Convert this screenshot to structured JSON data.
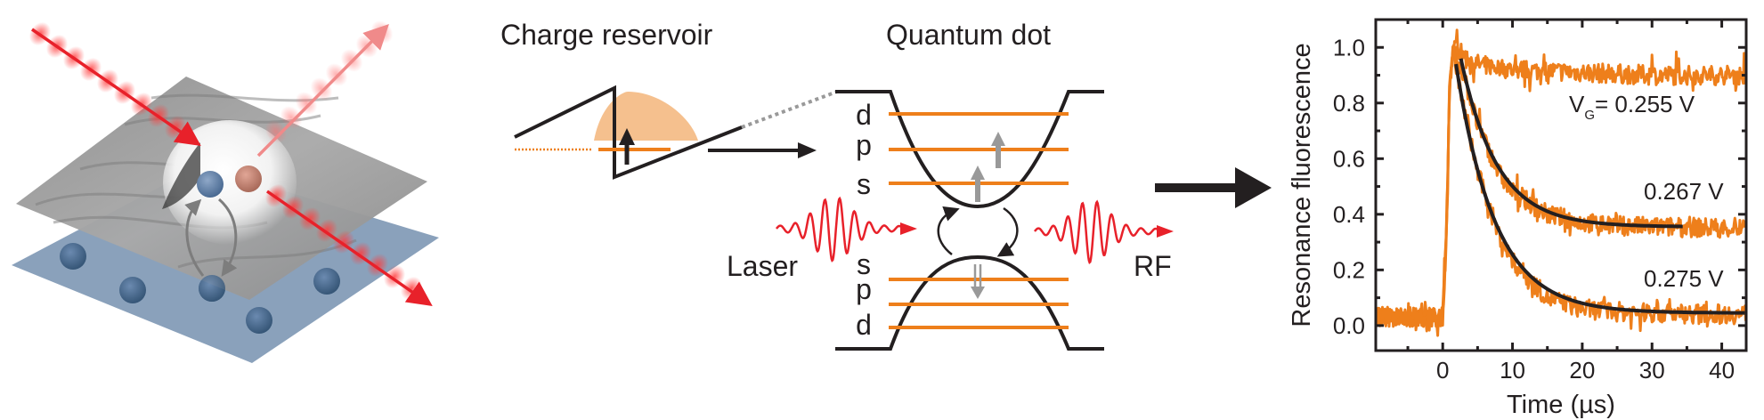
{
  "panels": {
    "illustration": {
      "description": "3D sketch of a self-assembled quantum dot above a charge-reservoir plane with incoming laser and outgoing resonance fluorescence beams",
      "colors": {
        "laser": "#e8212a",
        "reservoir_plane": "#8aa1bb",
        "electron": "#6b86a6",
        "hole": "#c0806f",
        "reservoir_electron": "#3f5f84"
      }
    },
    "band_diagram": {
      "reservoir_label": "Charge reservoir",
      "dot_label": "Quantum dot",
      "conduction_levels": [
        "d",
        "p",
        "s"
      ],
      "valence_levels": [
        "s",
        "p",
        "d"
      ],
      "laser_label": "Laser",
      "rf_label": "RF",
      "colors": {
        "level": "#ee7f1b",
        "fermi_fill": "#f5c08e",
        "wave": "#e8212a",
        "spin": "#999999",
        "band": "#231f20"
      }
    }
  },
  "chart_data": {
    "type": "line",
    "title": "",
    "xlabel": "Time (µs)",
    "ylabel": "Resonance fluorescence",
    "xlim": [
      -9.6,
      43.5
    ],
    "ylim": [
      -0.09,
      1.1
    ],
    "xticks": [
      0,
      10,
      20,
      30,
      40
    ],
    "xtick_labels": [
      "0",
      "10",
      "20",
      "30",
      "40"
    ],
    "yticks": [
      0.0,
      0.2,
      0.4,
      0.6,
      0.8,
      1.0
    ],
    "ytick_labels": [
      "0.0",
      "0.2",
      "0.4",
      "0.6",
      "0.8",
      "1.0"
    ],
    "grid": false,
    "legend": "none",
    "series": [
      {
        "name": "VG = 0.255 V",
        "label": "V",
        "label_sub": "G",
        "label_rest": "= 0.255 V",
        "kind": "data",
        "color": "#ee7f1b",
        "baseline": 0.03,
        "rise_time": 0.3,
        "peak": 1.0,
        "plateau": 0.9,
        "decay_tau": 3.0,
        "x": [
          -9.6,
          0,
          0.5,
          1,
          1.5,
          2,
          3,
          5,
          10,
          20,
          30,
          43.5
        ],
        "y": [
          0.03,
          0.03,
          0.3,
          0.88,
          0.99,
          1.0,
          0.97,
          0.94,
          0.92,
          0.91,
          0.9,
          0.9
        ]
      },
      {
        "name": "0.267 V",
        "label": "0.267 V",
        "kind": "data",
        "color": "#ee7f1b",
        "x": [
          -9.6,
          0,
          0.5,
          1,
          1.5,
          2,
          3,
          5,
          8,
          10,
          15,
          20,
          25,
          30,
          43.5
        ],
        "y": [
          0.03,
          0.03,
          0.3,
          0.88,
          0.99,
          0.97,
          0.9,
          0.72,
          0.55,
          0.48,
          0.4,
          0.37,
          0.36,
          0.355,
          0.35
        ]
      },
      {
        "name": "0.275 V",
        "label": "0.275 V",
        "kind": "data",
        "color": "#ee7f1b",
        "x": [
          -9.6,
          0,
          0.5,
          1,
          1.5,
          2,
          3,
          5,
          8,
          10,
          15,
          20,
          25,
          30,
          43.5
        ],
        "y": [
          0.03,
          0.03,
          0.3,
          0.88,
          0.99,
          0.93,
          0.78,
          0.55,
          0.33,
          0.23,
          0.1,
          0.06,
          0.05,
          0.045,
          0.04
        ]
      },
      {
        "name": "fit 0.267 V",
        "kind": "fit",
        "color": "#231f20",
        "model": "exponential",
        "x_start": 2.6,
        "x_end": 34.5,
        "y0": 0.96,
        "y_inf": 0.355,
        "tau": 5.2
      },
      {
        "name": "fit 0.275 V",
        "kind": "fit",
        "color": "#231f20",
        "model": "exponential",
        "x_start": 1.9,
        "x_end": 43.5,
        "y0": 0.94,
        "y_inf": 0.045,
        "tau": 5.6
      }
    ]
  }
}
